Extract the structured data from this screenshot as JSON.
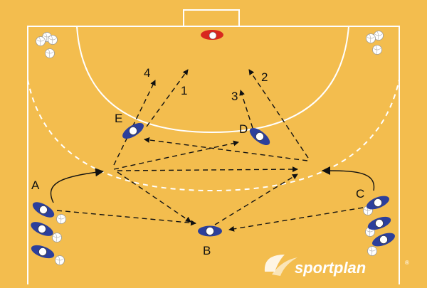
{
  "colors": {
    "court": "#f3bd4e",
    "lines": "#ffffff",
    "player_body": "#2c3f9b",
    "player_head": "#ffffff",
    "ball": "#ffffff",
    "arrow": "#111111",
    "keeper_disc": "#d8281f"
  },
  "players": [
    {
      "label": "A"
    },
    {
      "label": "B"
    },
    {
      "label": "C"
    },
    {
      "label": "D"
    },
    {
      "label": "E"
    }
  ],
  "pass_numbers": [
    "1",
    "2",
    "3",
    "4"
  ],
  "icons": [
    "player-marker-icon",
    "ball-icon",
    "arrow-icon",
    "sportplan-logo-icon"
  ],
  "brand": {
    "name": "sportplan",
    "mark": "®"
  }
}
